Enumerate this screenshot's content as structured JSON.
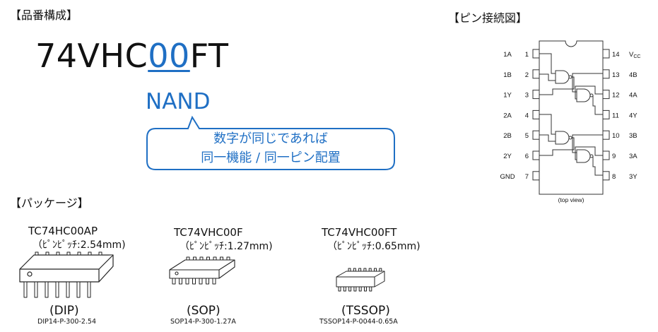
{
  "sections": {
    "part_numbering": "【品番構成】",
    "pin_connection": "【ピン接続図】",
    "package": "【パッケージ】"
  },
  "part_number": {
    "prefix": "74VHC",
    "function_code": "00",
    "suffix": "FT"
  },
  "function_name": "NAND",
  "callout": {
    "line1": "数字が同じであれば",
    "line2": "同一機能 / 同一ピン配置"
  },
  "pin_diagram": {
    "left_pins": [
      {
        "number": "1",
        "name": "1A"
      },
      {
        "number": "2",
        "name": "1B"
      },
      {
        "number": "3",
        "name": "1Y"
      },
      {
        "number": "4",
        "name": "2A"
      },
      {
        "number": "5",
        "name": "2B"
      },
      {
        "number": "6",
        "name": "2Y"
      },
      {
        "number": "7",
        "name": "GND"
      }
    ],
    "right_pins": [
      {
        "number": "14",
        "name": "V",
        "sub": "CC"
      },
      {
        "number": "13",
        "name": "4B"
      },
      {
        "number": "12",
        "name": "4A"
      },
      {
        "number": "11",
        "name": "4Y"
      },
      {
        "number": "10",
        "name": "3B"
      },
      {
        "number": "9",
        "name": "3A"
      },
      {
        "number": "8",
        "name": "3Y"
      }
    ],
    "view_label": "(top view)"
  },
  "packages": [
    {
      "name": "TC74HC00AP",
      "pitch": "（ﾋﾟﾝﾋﾟｯﾁ:2.54mm)",
      "type": "(DIP)",
      "code": "DIP14-P-300-2.54"
    },
    {
      "name": "TC74VHC00F",
      "pitch": "（ﾋﾟﾝﾋﾟｯﾁ:1.27mm)",
      "type": "(SOP)",
      "code": "SOP14-P-300-1.27A"
    },
    {
      "name": "TC74VHC00FT",
      "pitch": "（ﾋﾟﾝﾋﾟｯﾁ:0.65mm)",
      "type": "(TSSOP)",
      "code": "TSSOP14-P-0044-0.65A"
    }
  ],
  "colors": {
    "accent": "#1f6fc4",
    "text": "#111111"
  }
}
